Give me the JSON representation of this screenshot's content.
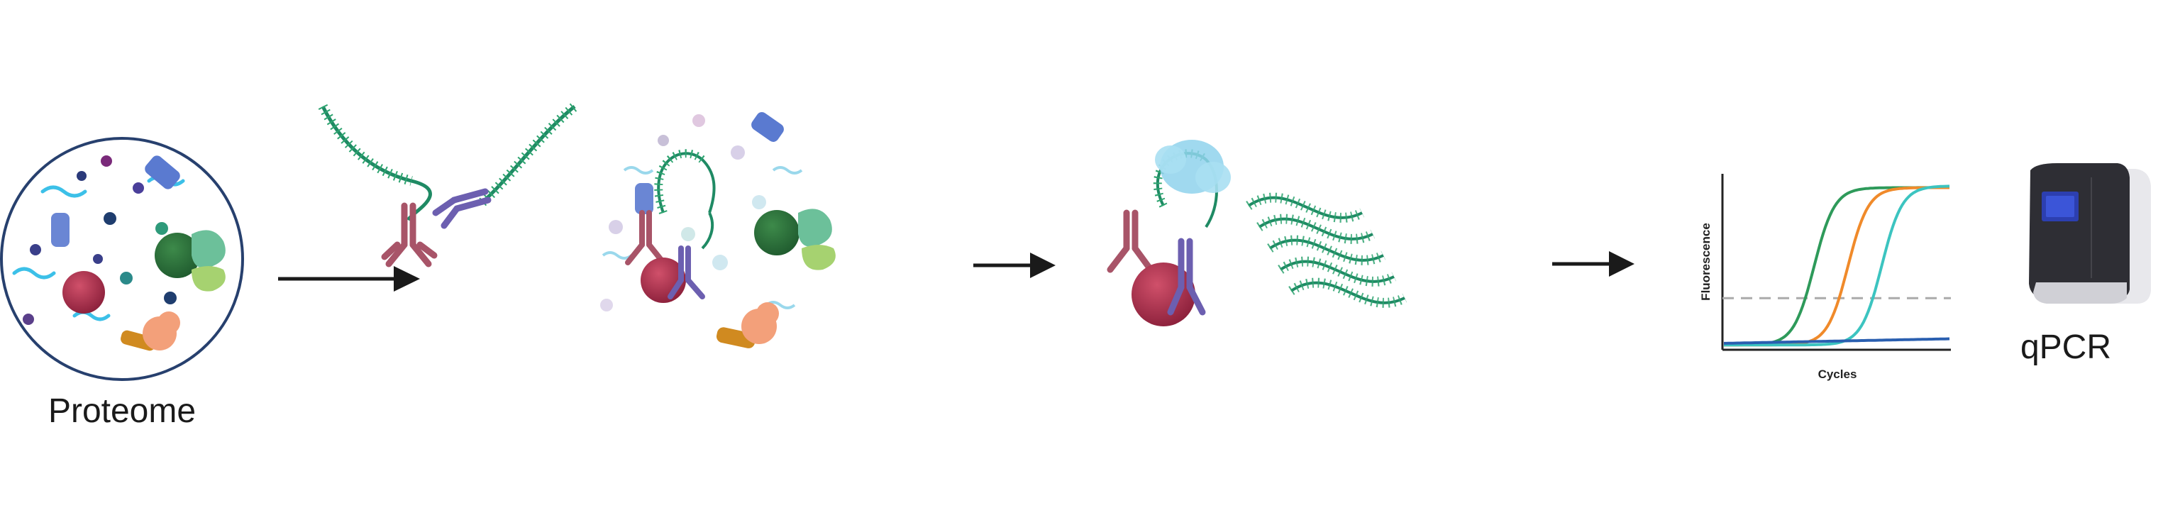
{
  "labels": {
    "proteome": "Proteome",
    "instrument": "qPCR",
    "plot_y": "Fluorescence",
    "plot_x": "Cycles"
  },
  "colors": {
    "antibody_red": "#a85468",
    "antibody_purple": "#6c5fb0",
    "dna_green": "#1f8a64",
    "protein_red": "#b02a4c",
    "arrow": "#1a1a1a",
    "curve_green": "#2e9a5a",
    "curve_orange": "#f08a2a",
    "curve_teal": "#3cc4c0",
    "curve_blue": "#2a5fb0",
    "threshold": "#aaaaaa"
  },
  "icons": [
    "proteome-circle-icon",
    "antibody-oligo-probe-icon",
    "sample-mixture-icon",
    "ligase-icon",
    "dna-amplicon-icon",
    "amplification-plot-icon",
    "qpcr-instrument-icon"
  ],
  "chart_data": {
    "type": "line",
    "title": "",
    "xlabel": "Cycles",
    "ylabel": "Fluorescence",
    "ylim": [
      0,
      1
    ],
    "series": [
      {
        "values_desc": "",
        "mid": 0.4,
        "k": 22,
        "top": 0.96,
        "base": 0.02,
        "color": "#2e9a5a"
      },
      {
        "values_desc": "",
        "mid": 0.55,
        "k": 22,
        "top": 0.96,
        "base": 0.02,
        "color": "#f08a2a"
      },
      {
        "values_desc": "",
        "mid": 0.7,
        "k": 22,
        "top": 0.97,
        "base": 0.02,
        "color": "#3cc4c0"
      },
      {
        "values_desc": "",
        "mid": 9.9,
        "k": 1,
        "top": 0.06,
        "base": 0.03,
        "color": "#2a5fb0"
      }
    ],
    "threshold": 0.3
  }
}
